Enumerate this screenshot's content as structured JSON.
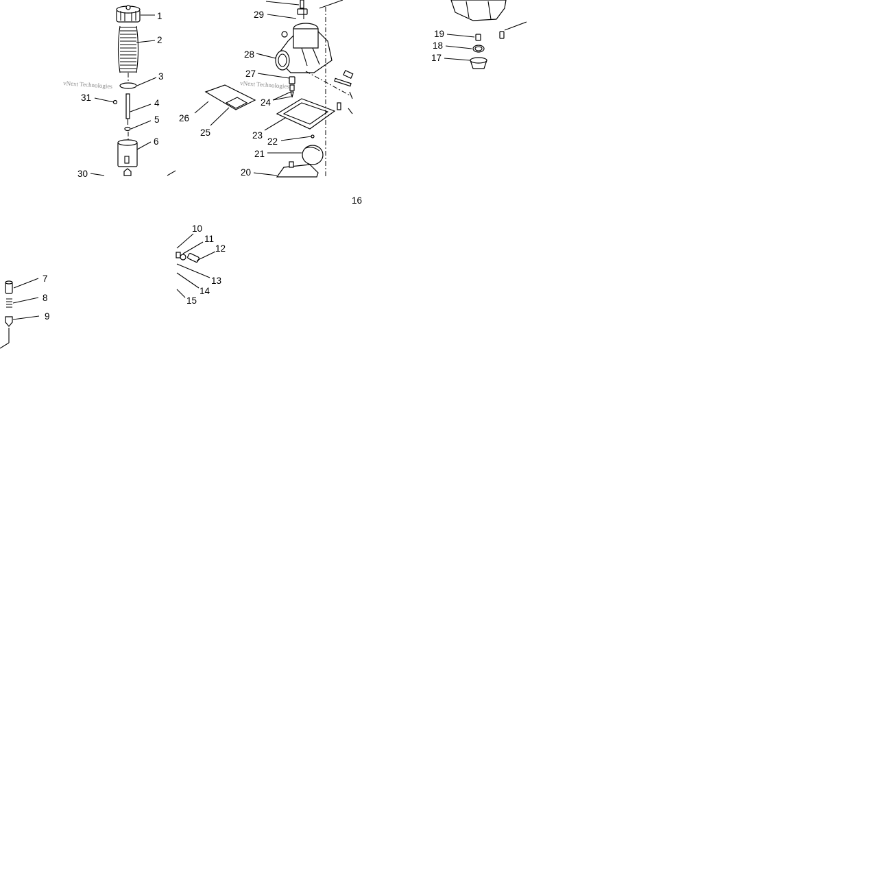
{
  "diagram": {
    "callouts": [
      {
        "id": "c1",
        "text": "1"
      },
      {
        "id": "c2",
        "text": "2"
      },
      {
        "id": "c3",
        "text": "3"
      },
      {
        "id": "c4",
        "text": "4"
      },
      {
        "id": "c5",
        "text": "5"
      },
      {
        "id": "c6",
        "text": "6"
      },
      {
        "id": "c7",
        "text": "7"
      },
      {
        "id": "c8",
        "text": "8"
      },
      {
        "id": "c9",
        "text": "9"
      },
      {
        "id": "c10",
        "text": "10"
      },
      {
        "id": "c11",
        "text": "11"
      },
      {
        "id": "c12",
        "text": "12"
      },
      {
        "id": "c13",
        "text": "13"
      },
      {
        "id": "c14",
        "text": "14"
      },
      {
        "id": "c15",
        "text": "15"
      },
      {
        "id": "c16",
        "text": "16"
      },
      {
        "id": "c17",
        "text": "17"
      },
      {
        "id": "c18",
        "text": "18"
      },
      {
        "id": "c19",
        "text": "19"
      },
      {
        "id": "c20",
        "text": "20"
      },
      {
        "id": "c21",
        "text": "21"
      },
      {
        "id": "c22",
        "text": "22"
      },
      {
        "id": "c23",
        "text": "23"
      },
      {
        "id": "c24",
        "text": "24"
      },
      {
        "id": "c25",
        "text": "25"
      },
      {
        "id": "c26",
        "text": "26"
      },
      {
        "id": "c27",
        "text": "27"
      },
      {
        "id": "c28",
        "text": "28"
      },
      {
        "id": "c29",
        "text": "29"
      },
      {
        "id": "c30",
        "text": "30"
      },
      {
        "id": "c31",
        "text": "31"
      }
    ],
    "watermarks": [
      {
        "id": "wm1",
        "text": "vNext Technologies"
      },
      {
        "id": "wm2",
        "text": "vNext Technologies"
      }
    ]
  }
}
